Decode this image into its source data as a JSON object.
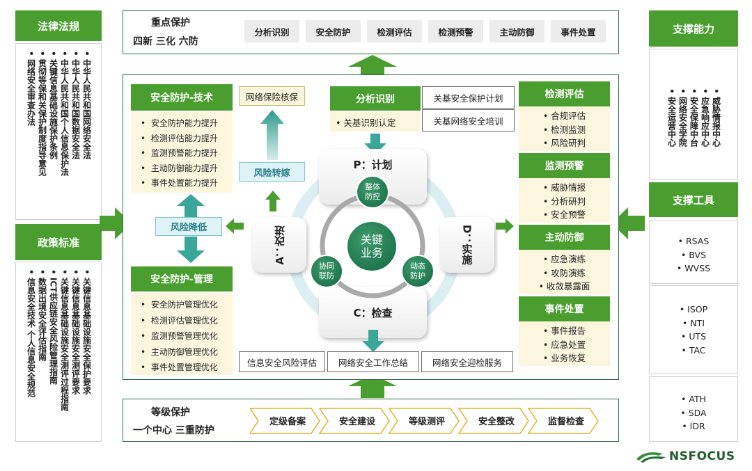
{
  "left": {
    "law_title": "法律法规",
    "laws": [
      "中华人民共和国网络安全法",
      "中华人民共和国数据安全法",
      "中华人民共和国个人信息保护法",
      "关键信息基础设施保护条例",
      "贯彻等保和关保护制度指导意见",
      "网络安全审查办法"
    ],
    "policy_title": "政策标准",
    "policies": [
      "关键信息基础设施安全保护要求",
      "关键信息基础设施安全测评要求",
      "关键信息基础设施安全测评过程指南",
      "ICT供应链安全风险管理指南",
      "数据出境安全评估指南",
      "信息安全技术 个人信息安全规范"
    ]
  },
  "right": {
    "support_title": "支撑能力",
    "support": [
      "威胁情报中心",
      "应急响应中心",
      "安全保障中台",
      "网络安全学院",
      "安全运营中心"
    ],
    "tools_title": "支撑工具",
    "tool_groups": [
      [
        "RSAS",
        "BVS",
        "WVSS"
      ],
      [
        "ISOP",
        "NTI",
        "UTS",
        "TAC"
      ],
      [
        "ATH",
        "SDA",
        "IDR"
      ]
    ]
  },
  "top": {
    "title": "重点保护",
    "subtitle": "四新 三化 六防",
    "tabs": [
      "分析识别",
      "安全防护",
      "检测评估",
      "检测预警",
      "主动防御",
      "事件处置"
    ]
  },
  "bottom": {
    "title": "等级保护",
    "subtitle": "一个中心 三重防护",
    "steps": [
      "定级备案",
      "安全建设",
      "等级测评",
      "安全整改",
      "监督检查"
    ]
  },
  "tech": {
    "title": "安全防护-技术",
    "items": [
      "安全防护能力提升",
      "检测评估能力提升",
      "监测预警能力提升",
      "主动防御能力提升",
      "事件处置能力提升"
    ]
  },
  "mgmt": {
    "title": "安全防护-管理",
    "items": [
      "安全防护管理优化",
      "检测评估管理优化",
      "监测预警管理优化",
      "主动防御管理优化",
      "事件处置管理优化"
    ]
  },
  "risk": {
    "insurance": "网络保险核保",
    "transfer": "风险转嫁",
    "reduce": "风险降低"
  },
  "analysis": {
    "title": "分析识别",
    "item": "关基识别认定",
    "plan1": "关基安全保护计划",
    "plan2": "关基网络安全培训"
  },
  "cycle": {
    "plan": "P：计划",
    "do": "D：实施",
    "check": "C：检查",
    "act": "A：改进",
    "center": "关键\n业务",
    "n_top": "整体\n防控",
    "n_left": "协同\n联防",
    "n_right": "动态\n防护"
  },
  "bottom_row": [
    "信息安全风险评估",
    "网络安全工作总结",
    "网络安全迎检服务"
  ],
  "right_blocks": [
    {
      "title": "检测评估",
      "items": [
        "合规评估",
        "检测监测",
        "风险研判"
      ]
    },
    {
      "title": "监测预警",
      "items": [
        "威胁情报",
        "分析研判",
        "安全预警"
      ]
    },
    {
      "title": "主动防御",
      "items": [
        "应急演练",
        "攻防演练",
        "收敛暴露面"
      ]
    },
    {
      "title": "事件处置",
      "items": [
        "事件报告",
        "应急处置",
        "业务恢复"
      ]
    }
  ],
  "logo": "NSFOCUS",
  "colors": {
    "green": "#4a9e2f",
    "teal": "#2f9a8a",
    "beige": "#fdf6df",
    "dark_green": "#136942"
  }
}
